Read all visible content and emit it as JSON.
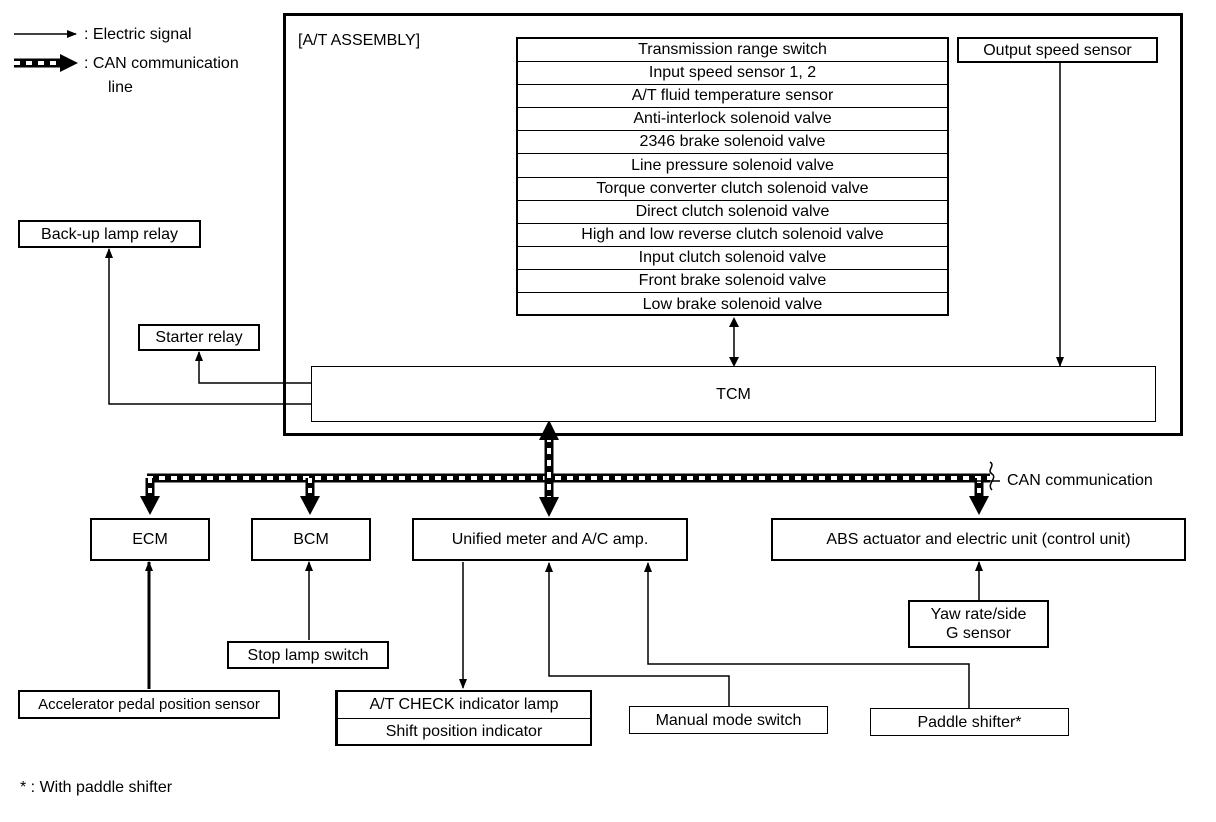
{
  "legend": {
    "electric_signal": ": Electric signal",
    "can_line_1": ": CAN communication",
    "can_line_2": "line"
  },
  "assembly_title": "[A/T ASSEMBLY]",
  "components": [
    "Transmission range switch",
    "Input speed sensor 1, 2",
    "A/T fluid temperature sensor",
    "Anti-interlock solenoid valve",
    "2346 brake solenoid valve",
    "Line pressure solenoid valve",
    "Torque converter clutch solenoid valve",
    "Direct clutch solenoid valve",
    "High and low reverse clutch solenoid valve",
    "Input clutch solenoid valve",
    "Front brake solenoid valve",
    "Low brake solenoid valve"
  ],
  "output_speed_sensor": "Output speed sensor",
  "tcm": "TCM",
  "backup_lamp_relay": "Back-up lamp relay",
  "starter_relay": "Starter relay",
  "can_communication": "CAN communication",
  "ecm": "ECM",
  "bcm": "BCM",
  "unified_meter": "Unified meter and A/C amp.",
  "abs_unit": "ABS actuator and electric unit (control unit)",
  "yaw_sensor_1": "Yaw rate/side",
  "yaw_sensor_2": "G sensor",
  "stop_lamp_switch": "Stop lamp switch",
  "accelerator_sensor": "Accelerator pedal position sensor",
  "at_check_lamp": "A/T CHECK indicator lamp",
  "shift_position_indicator": "Shift position indicator",
  "manual_mode_switch": "Manual mode switch",
  "paddle_shifter": "Paddle shifter*",
  "footnote": "* : With paddle shifter"
}
